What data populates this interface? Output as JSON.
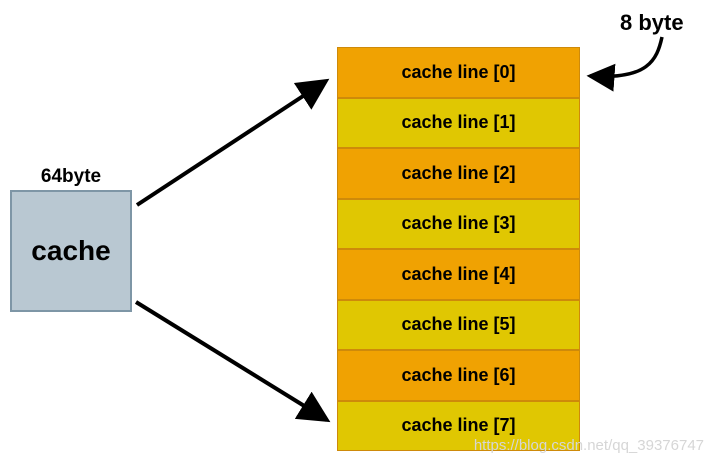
{
  "colors": {
    "line_even_fill": "#F0A202",
    "line_odd_fill": "#E0C702",
    "line_border": "#CE8A0A",
    "cache_box_fill": "#B9C8D2",
    "cache_box_border": "#7E96A6",
    "arrow": "#000000",
    "watermark_text": "#D6D6D6",
    "label_text": "#000000"
  },
  "diagram": {
    "cache_box": {
      "label": "cache",
      "size_label": "64byte"
    },
    "stack": {
      "line_size_label": "8 byte",
      "lines": [
        "cache line [0]",
        "cache line [1]",
        "cache line [2]",
        "cache line [3]",
        "cache line [4]",
        "cache line [5]",
        "cache line [6]",
        "cache line [7]"
      ]
    },
    "watermark": "https://blog.csdn.net/qq_39376747"
  }
}
